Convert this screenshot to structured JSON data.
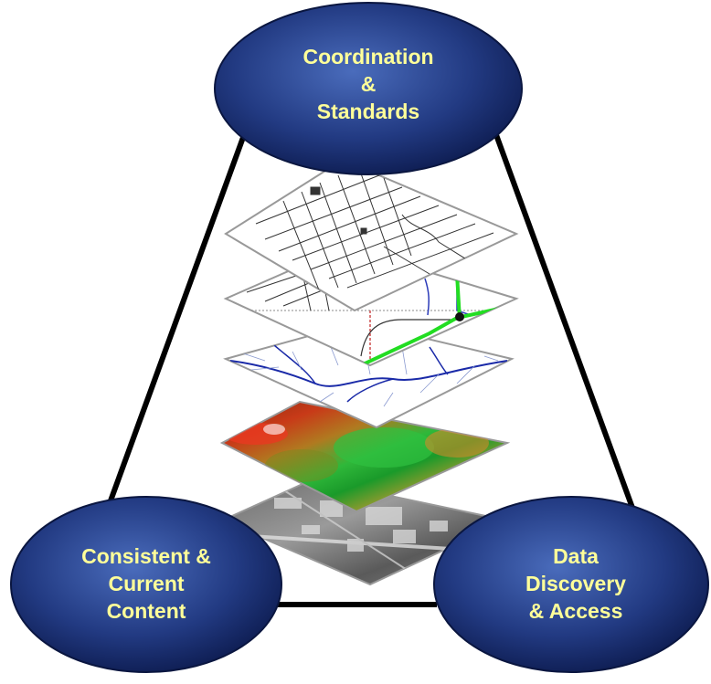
{
  "diagram": {
    "nodes": [
      {
        "id": "top",
        "lines": [
          "Coordination",
          "&",
          "Standards"
        ]
      },
      {
        "id": "left",
        "lines": [
          "Consistent &",
          "Current",
          "Content"
        ]
      },
      {
        "id": "right",
        "lines": [
          "Data",
          "Discovery",
          "& Access"
        ]
      }
    ],
    "layers": [
      "street-parcels",
      "roads-network",
      "hydrography",
      "elevation-relief",
      "aerial-imagery"
    ]
  },
  "colors": {
    "node_fill_center": "#3a5aa8",
    "node_fill_edge": "#0c1a4d",
    "node_text": "#ffff99",
    "connector": "#000000",
    "layer_border": "#999999"
  }
}
